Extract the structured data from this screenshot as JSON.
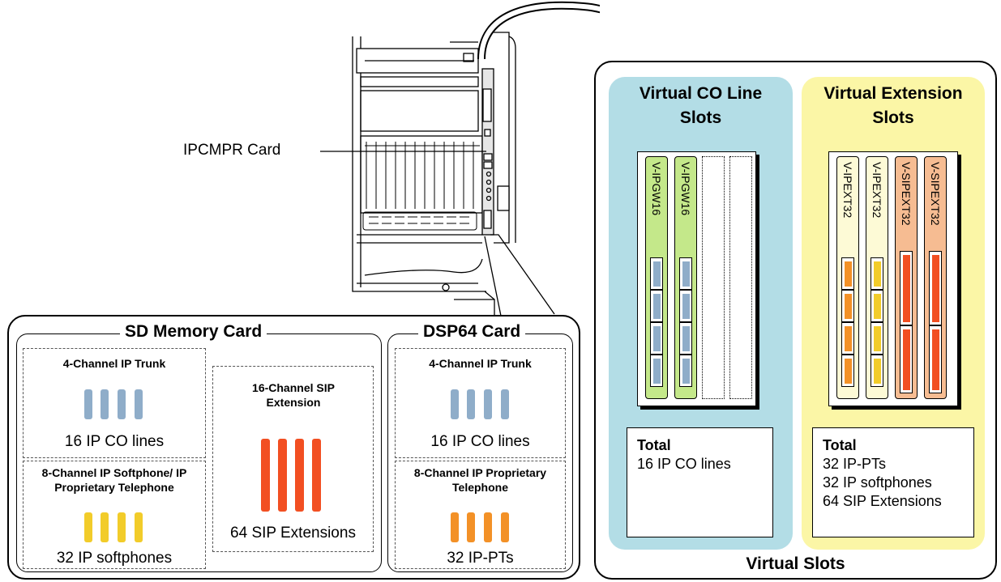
{
  "ipcmpr_label": "IPCMPR Card",
  "sd_card": {
    "title": "SD Memory Card",
    "trunk": {
      "title": "4-Channel IP Trunk",
      "caption": "16 IP CO lines"
    },
    "softphone": {
      "title": "8-Channel IP Softphone/ IP Proprietary Telephone",
      "caption": "32 IP softphones"
    },
    "sip": {
      "title": "16-Channel SIP Extension",
      "caption": "64 SIP Extensions"
    }
  },
  "dsp_card": {
    "title": "DSP64 Card",
    "trunk": {
      "title": "4-Channel IP Trunk",
      "caption": "16 IP CO lines"
    },
    "pt": {
      "title": "8-Channel IP Proprietary Telephone",
      "caption": "32 IP-PTs"
    }
  },
  "virtual": {
    "title": "Virtual Slots",
    "co": {
      "title": "Virtual CO Line Slots",
      "cards": [
        "V-IPGW16",
        "V-IPGW16"
      ],
      "total_label": "Total",
      "total_lines": [
        "16 IP CO lines"
      ]
    },
    "ext": {
      "title": "Virtual Extension Slots",
      "cards": [
        "V-IPEXT32",
        "V-IPEXT32",
        "V-SIPEXT32",
        "V-SIPEXT32"
      ],
      "total_label": "Total",
      "total_lines": [
        "32 IP-PTs",
        "32 IP softphones",
        "64 SIP Extensions"
      ]
    }
  },
  "colors": {
    "co_panel": "#b3dde6",
    "ext_panel": "#fbf6a6",
    "gw_card": "#c4e88a",
    "ipext_card": "#fdfad6",
    "sipext_card": "#f6bc92",
    "blue_port": "#8fadc9",
    "yellow_port": "#f2cc2a",
    "orange_port": "#f39127",
    "red_port": "#f24f22"
  }
}
